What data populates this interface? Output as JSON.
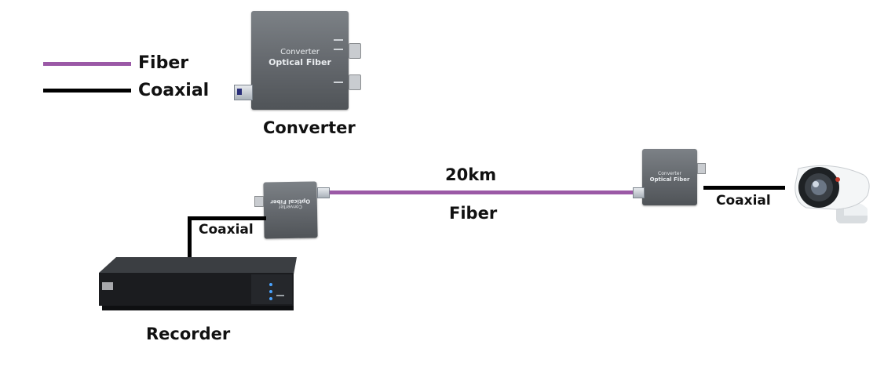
{
  "legend": {
    "fiber_label": "Fiber",
    "coaxial_label": "Coaxial"
  },
  "converter_photo": {
    "line1": "Converter",
    "line2": "Optical Fiber",
    "caption": "Converter"
  },
  "link": {
    "distance": "20km",
    "medium": "Fiber"
  },
  "coax_left_label": "Coaxial",
  "coax_right_label": "Coaxial",
  "recorder_label": "Recorder",
  "colors": {
    "fiber": "#9b59a6",
    "coaxial": "#000000"
  }
}
